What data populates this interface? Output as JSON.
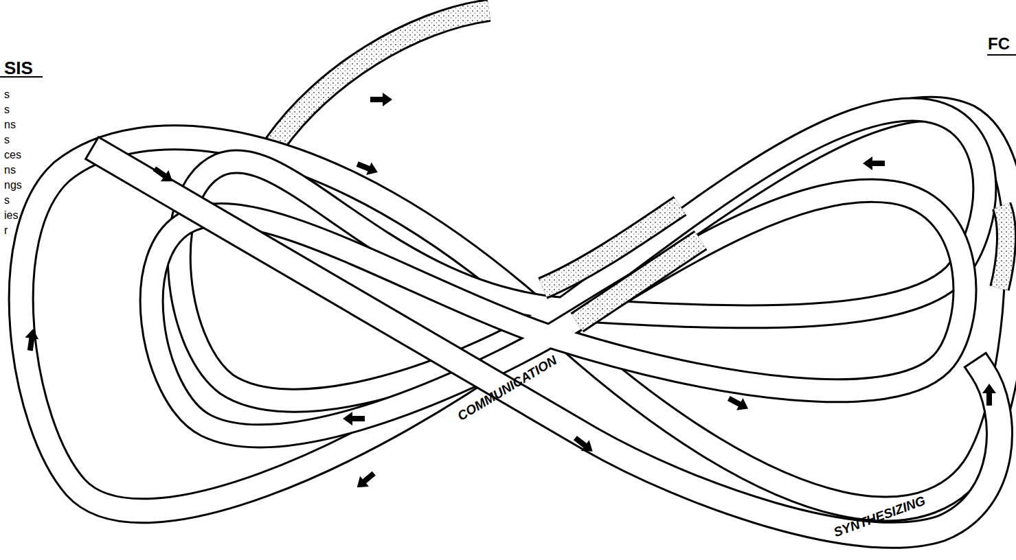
{
  "diagram": {
    "labels": [
      "SIS",
      "s",
      "s",
      "ns",
      "s",
      "ces",
      "ns",
      "ngs",
      "s",
      "ies",
      "r",
      "FC",
      "COMMUNICATION",
      "SYNTHESIZING"
    ]
  }
}
